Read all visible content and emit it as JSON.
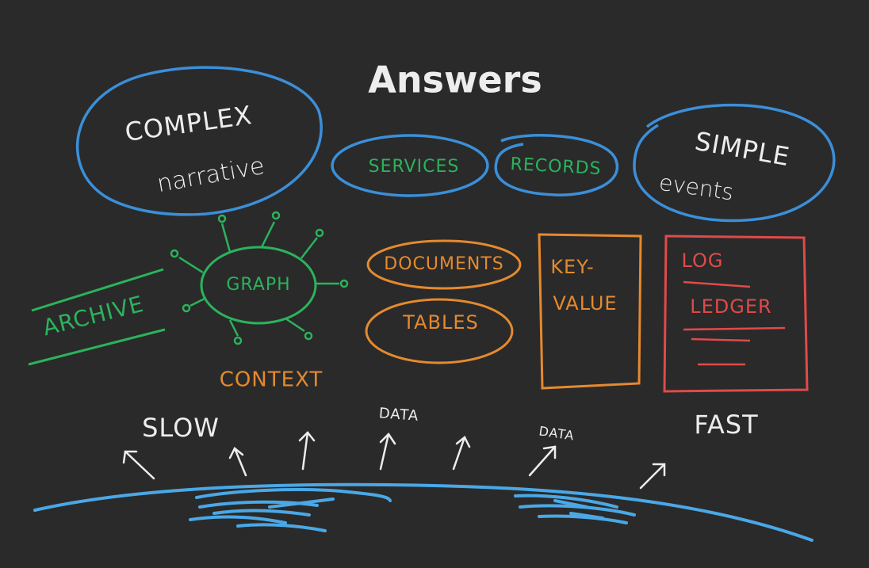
{
  "title": "Answers",
  "colors": {
    "background": "#2a2a2a",
    "white": "#ededed",
    "blue": "#3b8fd9",
    "water": "#4aa8e6",
    "green": "#2bb35c",
    "orange": "#e58a2e",
    "red": "#e04a4a"
  },
  "answers": {
    "complex": {
      "label": "COMPLEX",
      "sub": "narrative"
    },
    "services": "SERVICES",
    "records": "RECORDS",
    "simple": {
      "label": "SIMPLE",
      "sub": "events"
    }
  },
  "stores": {
    "archive": "ARCHIVE",
    "graph": "GRAPH",
    "context": "CONTEXT",
    "documents": "DOCUMENTS",
    "tables": "TABLES",
    "key_value": {
      "line1": "KEY-",
      "line2": "VALUE"
    },
    "log_ledger": {
      "line1": "LOG",
      "line2": "LEDGER"
    }
  },
  "speed": {
    "slow": "SLOW",
    "fast": "FAST"
  },
  "data_labels": [
    "DATA",
    "DATA"
  ]
}
